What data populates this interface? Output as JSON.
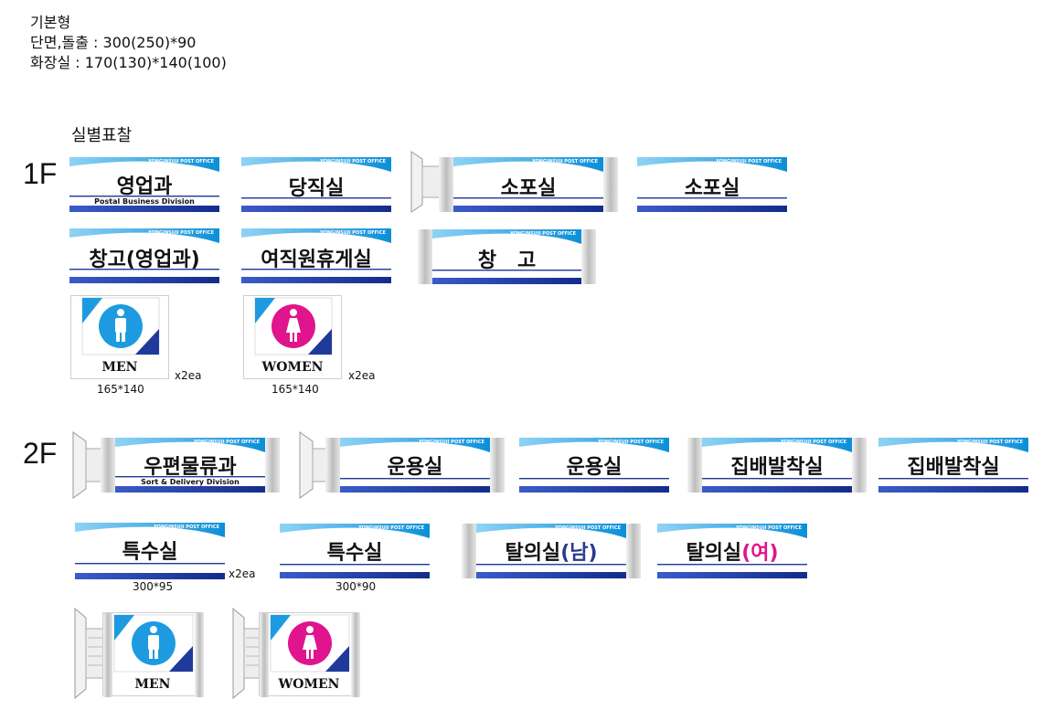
{
  "header": {
    "line1": "기본형",
    "line2": "단면,돌출 : 300(250)*90",
    "line3": "화장실 : 170(130)*140(100)"
  },
  "section_title": "실별표찰",
  "floors": {
    "f1": "1F",
    "f2": "2F"
  },
  "brand": "YONGINSUJI POST OFFICE",
  "signs_1f": {
    "s1": "영업과",
    "s1_sub": "Postal Business Division",
    "s2": "당직실",
    "s3": "소포실",
    "s4": "소포실",
    "s5": "창고(영업과)",
    "s6": "여직원휴게실",
    "s7": "창   고"
  },
  "restroom_1f": {
    "men": "MEN",
    "women": "WOMEN",
    "men_size": "165*140",
    "women_size": "165*140",
    "men_qty": "x2ea",
    "women_qty": "x2ea"
  },
  "signs_2f": {
    "s1": "우편물류과",
    "s1_sub": "Sort & Delivery Division",
    "s2": "운용실",
    "s3": "운용실",
    "s4": "집배발착실",
    "s5": "집배발착실",
    "s6": "특수실",
    "s6_size": "300*95",
    "s6_qty": "x2ea",
    "s7": "특수실",
    "s7_size": "300*90",
    "s8_main": "탈의실",
    "s8_paren": "(남)",
    "s9_main": "탈의실",
    "s9_paren": "(여)"
  },
  "restroom_2f": {
    "men": "MEN",
    "women": "WOMEN"
  },
  "colors": {
    "accent_blue": "#1e9be0",
    "navy": "#1f3a9a",
    "pink": "#e0148c"
  }
}
